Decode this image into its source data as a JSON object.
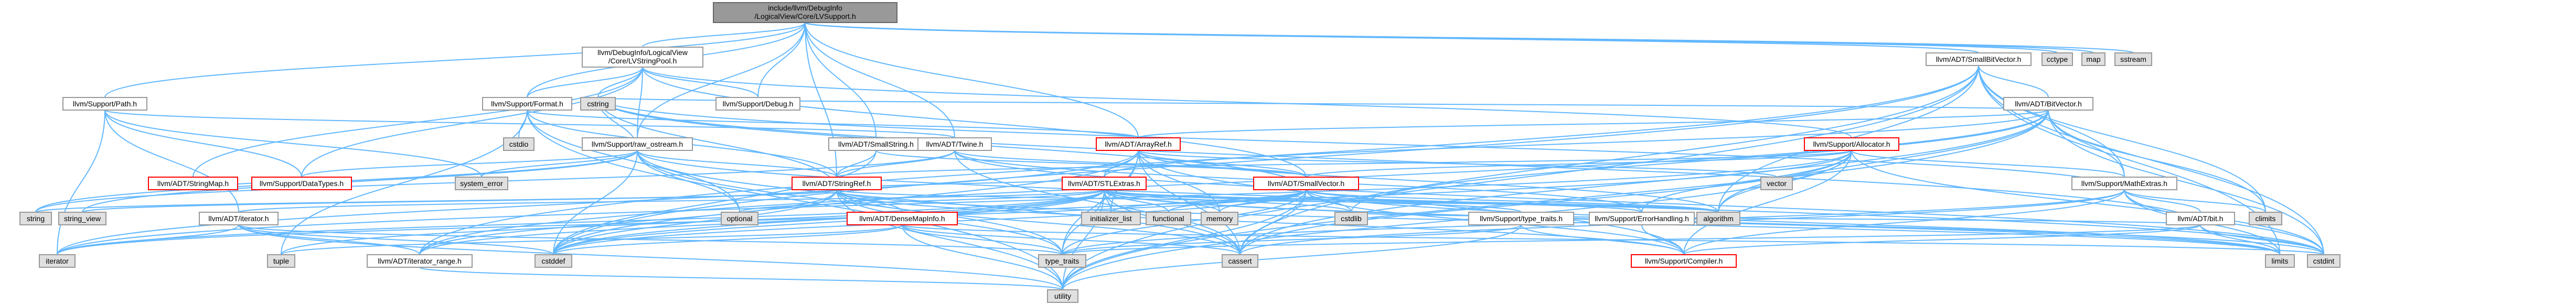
{
  "nodes": {
    "root": [
      "include/llvm/DebugInfo",
      "/LogicalView/Core/LVSupport.h"
    ],
    "lvstringpool": [
      "llvm/DebugInfo/LogicalView",
      "/Core/LVStringPool.h"
    ],
    "cctype": [
      "cctype"
    ],
    "map": [
      "map"
    ],
    "sstream": [
      "sstream"
    ],
    "smallbitvector": [
      "llvm/ADT/SmallBitVector.h"
    ],
    "path": [
      "llvm/Support/Path.h"
    ],
    "format": [
      "llvm/Support/Format.h"
    ],
    "cstring_h": [
      "cstring"
    ],
    "debug": [
      "llvm/Support/Debug.h"
    ],
    "cstdio": [
      "cstdio"
    ],
    "bitvector": [
      "llvm/ADT/BitVector.h"
    ],
    "allocator": [
      "llvm/Support/Allocator.h"
    ],
    "arrayref": [
      "llvm/ADT/ArrayRef.h"
    ],
    "smallstring": [
      "llvm/ADT/SmallString.h"
    ],
    "twine": [
      "llvm/ADT/Twine.h"
    ],
    "rawostream": [
      "llvm/Support/raw_ostream.h"
    ],
    "stringmap": [
      "llvm/ADT/StringMap.h"
    ],
    "datatypes": [
      "llvm/Support/DataTypes.h"
    ],
    "systemerror": [
      "system_error"
    ],
    "stringref": [
      "llvm/ADT/StringRef.h"
    ],
    "stlextras": [
      "llvm/ADT/STLExtras.h"
    ],
    "smallvector": [
      "llvm/ADT/SmallVector.h"
    ],
    "vector": [
      "vector"
    ],
    "mathextras": [
      "llvm/Support/MathExtras.h"
    ],
    "string": [
      "string"
    ],
    "stringview": [
      "string_view"
    ],
    "iteratorh": [
      "llvm/ADT/iterator.h"
    ],
    "optional": [
      "optional"
    ],
    "densemapinfo": [
      "llvm/ADT/DenseMapInfo.h"
    ],
    "initlist": [
      "initializer_list"
    ],
    "functional": [
      "functional"
    ],
    "memory": [
      "memory"
    ],
    "cstdlib": [
      "cstdlib"
    ],
    "algorithm": [
      "algorithm"
    ],
    "typetraits_h": [
      "llvm/Support/type_traits.h"
    ],
    "errorhandling": [
      "llvm/Support/ErrorHandling.h"
    ],
    "bit": [
      "llvm/ADT/bit.h"
    ],
    "climits": [
      "climits"
    ],
    "iterator": [
      "iterator"
    ],
    "tuple": [
      "tuple"
    ],
    "iteratorrange": [
      "llvm/ADT/iterator_range.h"
    ],
    "cstddef": [
      "cstddef"
    ],
    "typetraits": [
      "type_traits"
    ],
    "cassert": [
      "cassert"
    ],
    "compiler": [
      "llvm/Support/Compiler.h"
    ],
    "limits": [
      "limits"
    ],
    "cstdint": [
      "cstdint"
    ],
    "utility": [
      "utility"
    ]
  }
}
